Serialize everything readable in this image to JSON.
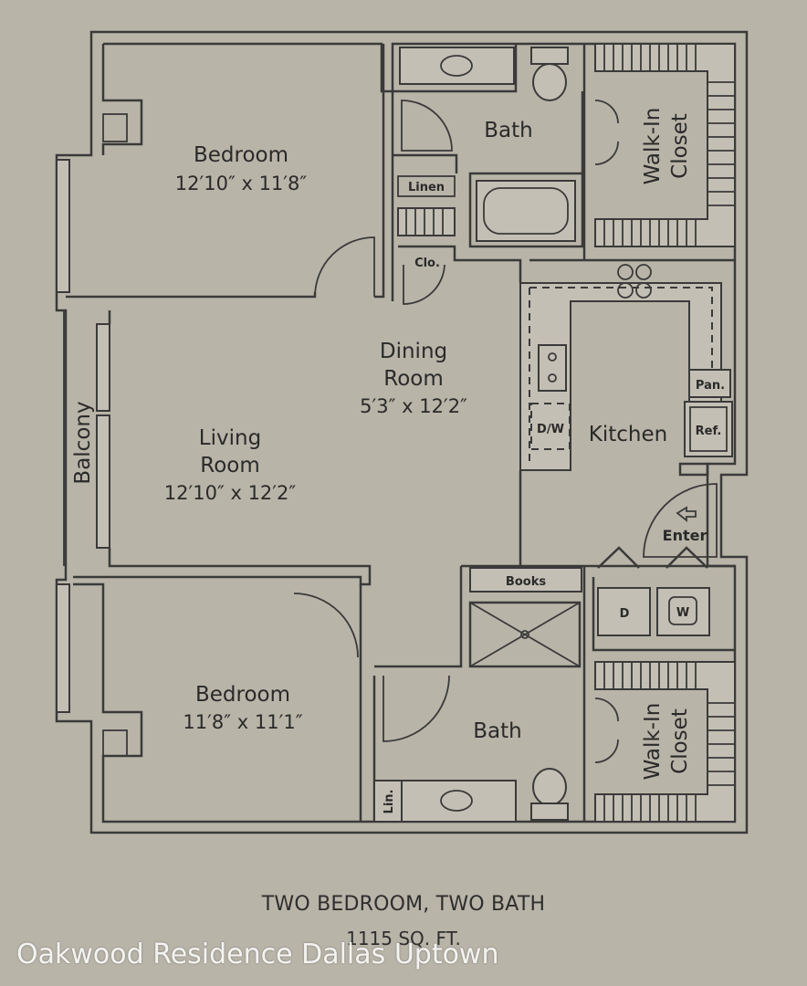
{
  "plan": {
    "rooms": {
      "bedroom_top": {
        "name": "Bedroom",
        "dims": "12′10″ x 11′8″"
      },
      "bath_top": {
        "name": "Bath"
      },
      "closet_top": {
        "line1": "Walk-In",
        "line2": "Closet"
      },
      "linen": {
        "name": "Linen"
      },
      "clo": {
        "name": "Clo."
      },
      "dining": {
        "line1": "Dining",
        "line2": "Room",
        "dims": "5′3″ x 12′2″"
      },
      "kitchen": {
        "name": "Kitchen"
      },
      "pantry": {
        "name": "Pan."
      },
      "fridge": {
        "name": "Ref."
      },
      "dishwasher": {
        "name": "D/W"
      },
      "balcony": {
        "name": "Balcony"
      },
      "living": {
        "line1": "Living",
        "line2": "Room",
        "dims": "12′10″ x 12′2″"
      },
      "entry": {
        "name": "Enter"
      },
      "books": {
        "name": "Books"
      },
      "dryer": {
        "name": "D"
      },
      "washer": {
        "name": "W"
      },
      "bedroom_bottom": {
        "name": "Bedroom",
        "dims": "11′8″ x 11′1″"
      },
      "bath_bottom": {
        "name": "Bath"
      },
      "closet_bottom": {
        "line1": "Walk-In",
        "line2": "Closet"
      },
      "lin": {
        "name": "Lin."
      }
    }
  },
  "caption": {
    "title": "TWO BEDROOM, TWO BATH",
    "sqft": "1115 SQ. FT."
  },
  "watermark": "Oakwood Residence Dallas Uptown"
}
